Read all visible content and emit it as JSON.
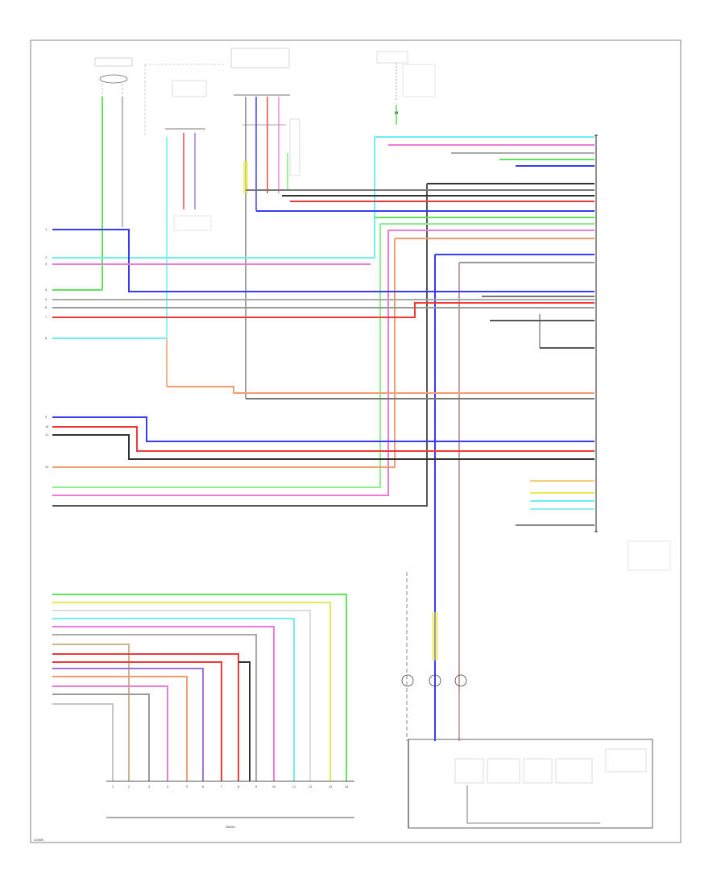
{
  "page_id": "C0006",
  "left_pins": [
    "1",
    "2",
    "3",
    "4",
    "5",
    "6",
    "7",
    "8",
    "9",
    "10",
    "11",
    "12"
  ],
  "bottom_pins": [
    "1",
    "2",
    "3",
    "4",
    "5",
    "6",
    "7",
    "8",
    "9",
    "10",
    "11",
    "12",
    "13",
    "14"
  ],
  "bottom_connector_label": "RADIO",
  "colors": {
    "blue": "#3a3af0",
    "red": "#f03a3a",
    "green": "#5ae85a",
    "ltgreen": "#8cf08c",
    "pink": "#f07ad8",
    "cyan": "#6ef0f0",
    "orange": "#f0a070",
    "gray": "#9a9a9a",
    "black": "#333333",
    "yellow": "#e8e850",
    "violet": "#a070e0",
    "tan": "#d2b48c",
    "frame": "#999999"
  }
}
